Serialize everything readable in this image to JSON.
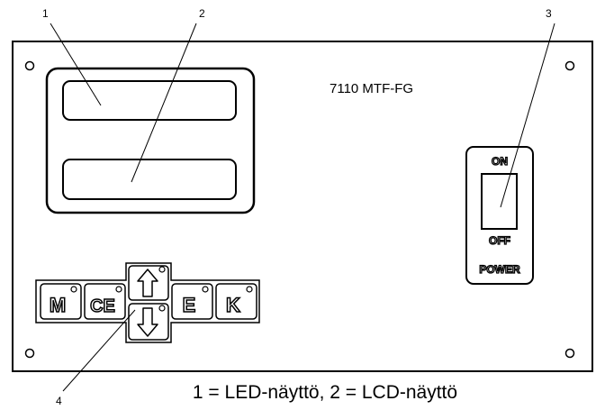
{
  "callouts": [
    "1",
    "2",
    "3",
    "4"
  ],
  "model_label": "7110 MTF-FG",
  "power_switch": {
    "on_label": "ON",
    "off_label": "OFF",
    "power_label": "POWER"
  },
  "keypad": {
    "m_key": "M",
    "ce_key": "CE",
    "e_key": "E",
    "k_key": "K",
    "up_key": "up-arrow-icon",
    "down_key": "down-arrow-icon"
  },
  "caption": "1 = LED-näyttö, 2 = LCD-näyttö"
}
